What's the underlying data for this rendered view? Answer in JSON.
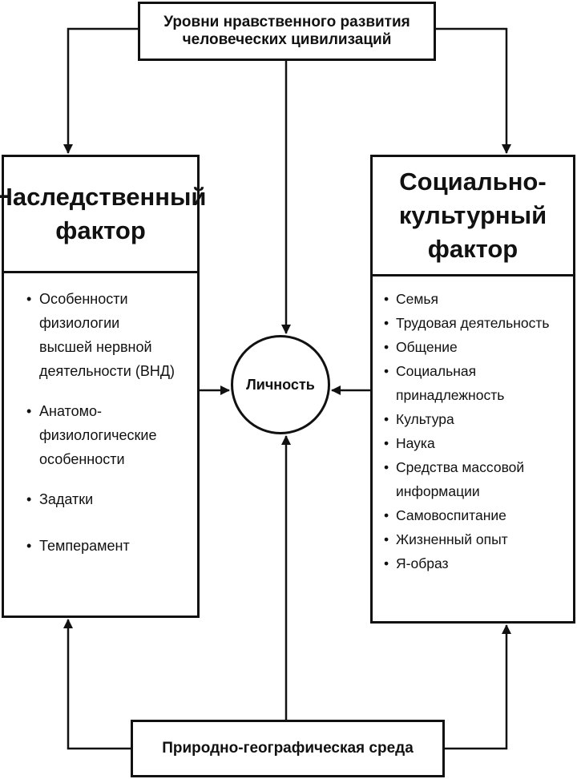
{
  "top_box": {
    "line1": "Уровни нравственного развития",
    "line2": "человеческих цивилизаций"
  },
  "left_factor": {
    "title": "Наследственный\nфактор",
    "items": [
      "Особенности\nфизиологии\nвысшей нервной\nдеятельности (ВНД)",
      "Анатомо-\nфизиологические\nособенности",
      "Задатки",
      "Темперамент"
    ]
  },
  "right_factor": {
    "title": "Социально-\nкультурный\nфактор",
    "items": [
      "Семья",
      "Трудовая деятельность",
      "Общение",
      "Социальная\nпринадлежность",
      "Культура",
      "Наука",
      "Средства массовой\nинформации",
      "Самовоспитание",
      "Жизненный опыт",
      "Я-образ"
    ]
  },
  "center": {
    "label": "Личность"
  },
  "bottom_box": {
    "label": "Природно-географическая среда"
  },
  "colors": {
    "ink": "#111111",
    "background": "#ffffff"
  }
}
